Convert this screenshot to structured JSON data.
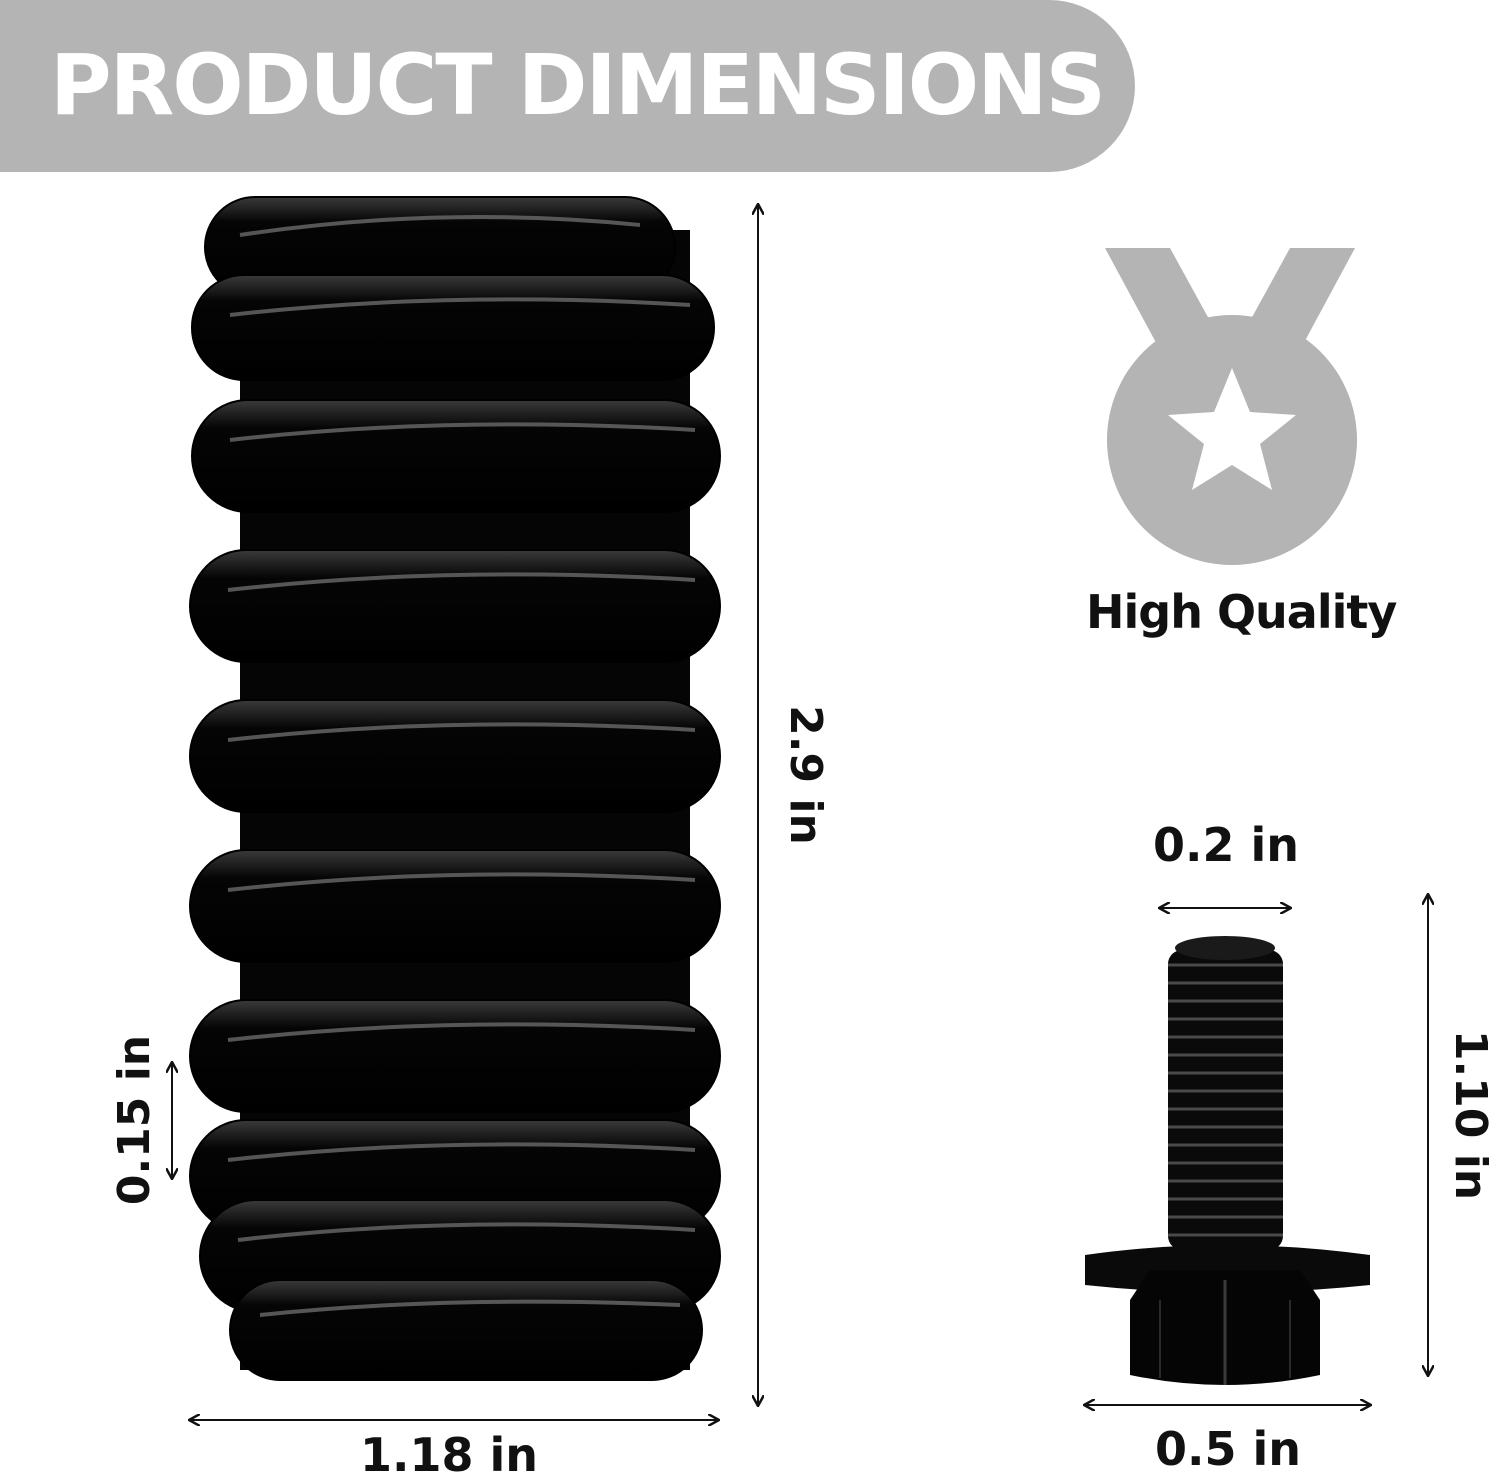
{
  "header": {
    "title": "PRODUCT DIMENSIONS"
  },
  "badge": {
    "label": "High Quality",
    "icon": "medal-star-icon"
  },
  "spring": {
    "height_label": "2.9 in",
    "width_label": "1.18 in",
    "wire_label": "0.15 in"
  },
  "bolt": {
    "thread_label": "0.2 in",
    "head_label": "0.5 in",
    "length_label": "1.10 in"
  },
  "colors": {
    "header_bg": "#b4b4b4",
    "header_text": "#ffffff",
    "product": "#0a0a0a",
    "icon": "#b4b4b4"
  }
}
